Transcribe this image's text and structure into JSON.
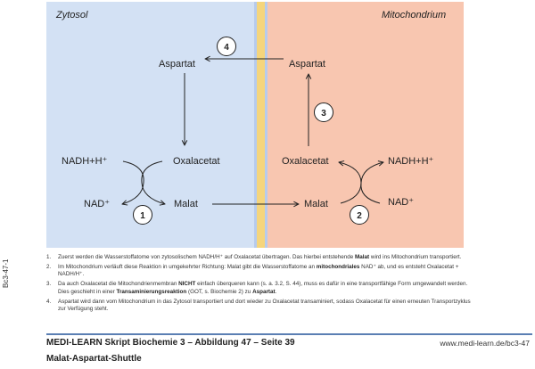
{
  "regions": {
    "zytosol": "Zytosol",
    "mitochondrium": "Mitochondrium"
  },
  "colors": {
    "zytosol": "#d3e1f4",
    "membrane": "#f5d57c",
    "membrane_edge": "#b7cbec",
    "mitochondrium": "#f8c6b0",
    "rule": "#5b7fb3"
  },
  "nodes": {
    "aspartat_cyto": "Aspartat",
    "oxalacetat_cyto": "Oxalacetat",
    "malat_cyto": "Malat",
    "nadh_cyto": "NADH+H⁺",
    "nad_cyto": "NAD⁺",
    "aspartat_mito": "Aspartat",
    "oxalacetat_mito": "Oxalacetat",
    "malat_mito": "Malat",
    "nadh_mito": "NADH+H⁺",
    "nad_mito": "NAD⁺"
  },
  "step_badges": [
    "1",
    "2",
    "3",
    "4"
  ],
  "side_code": "Bc3-47-1",
  "steps": [
    {
      "num": "1.",
      "parts": [
        {
          "t": "Zuerst werden die Wasserstoffatome von zytosolischem NADH/H⁺ auf Oxalacetat übertragen. Das hierbei entstehende "
        },
        {
          "t": "Malat",
          "b": true
        },
        {
          "t": " wird ins Mitochondrium transportiert."
        }
      ]
    },
    {
      "num": "2.",
      "parts": [
        {
          "t": "Im Mitochondrium verläuft diese Reaktion in umgekehrter Richtung: Malat gibt die Wasserstoffatome an "
        },
        {
          "t": "mitochondriales",
          "b": true
        },
        {
          "t": " NAD⁺ ab, und es entsteht Oxalacetat + NADH/H⁺."
        }
      ]
    },
    {
      "num": "3.",
      "parts": [
        {
          "t": "Da auch Oxalacetat die Mitochondrienmembran "
        },
        {
          "t": "NICHT",
          "b": true
        },
        {
          "t": " einfach überqueren kann (s. a. 3.2, S. 44), muss es dafür in eine transportfähige Form umgewandelt werden. Dies geschieht in einer "
        },
        {
          "t": "Transaminierungsreaktion",
          "b": true
        },
        {
          "t": " (GOT, s. Biochemie 2) zu "
        },
        {
          "t": "Aspartat",
          "b": true
        },
        {
          "t": "."
        }
      ]
    },
    {
      "num": "4.",
      "parts": [
        {
          "t": "Aspartat wird dann vom Mitochondrium in das Zytosol transportiert und dort wieder zu Oxalacetat transaminiert, sodass Oxalacetat für einen erneuten Transportzyklus zur Verfügung steht."
        }
      ]
    }
  ],
  "footer": {
    "title": "MEDI-LEARN Skript Biochemie 3 – Abbildung 47 – Seite 39",
    "url": "www.medi-learn.de/bc3-47",
    "subtitle": "Malat-Aspartat-Shuttle"
  }
}
